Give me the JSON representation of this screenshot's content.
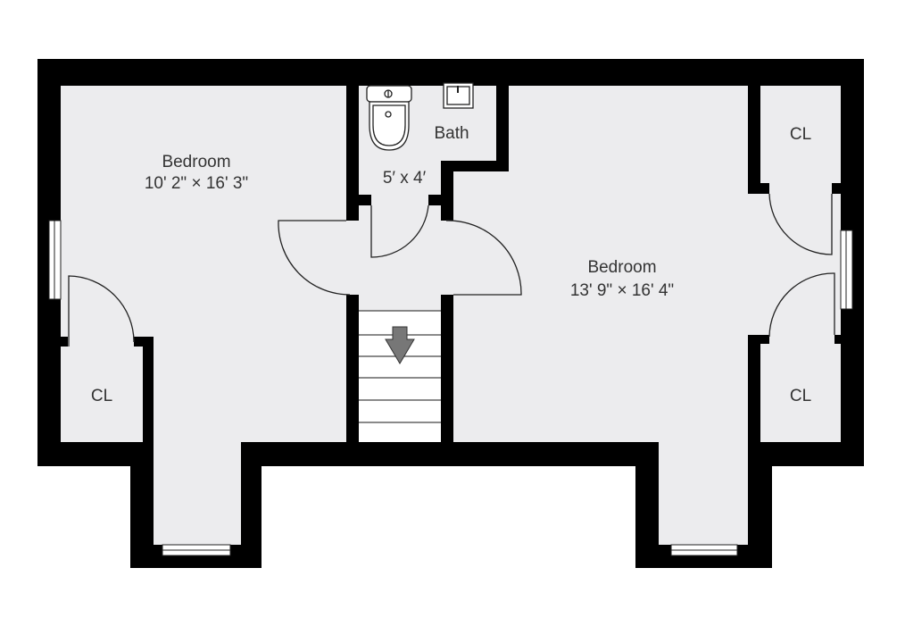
{
  "rooms": {
    "left_bedroom": {
      "name": "Bedroom",
      "size": "10' 2\" × 16' 3\""
    },
    "right_bedroom": {
      "name": "Bedroom",
      "size": "13' 9\" × 16' 4\""
    },
    "bath": {
      "name": "Bath",
      "size": "5′ x 4′"
    },
    "closet_left": {
      "name": "CL"
    },
    "closet_right_top": {
      "name": "CL"
    },
    "closet_right_bottom": {
      "name": "CL"
    }
  },
  "colors": {
    "wall": "#000000",
    "floor": "#ececee",
    "stairs": "#ffffff",
    "arrow": "#777777"
  },
  "icons": {
    "stairs_direction": "arrow-down-icon",
    "toilet": "toilet-icon",
    "sink": "sink-icon"
  }
}
